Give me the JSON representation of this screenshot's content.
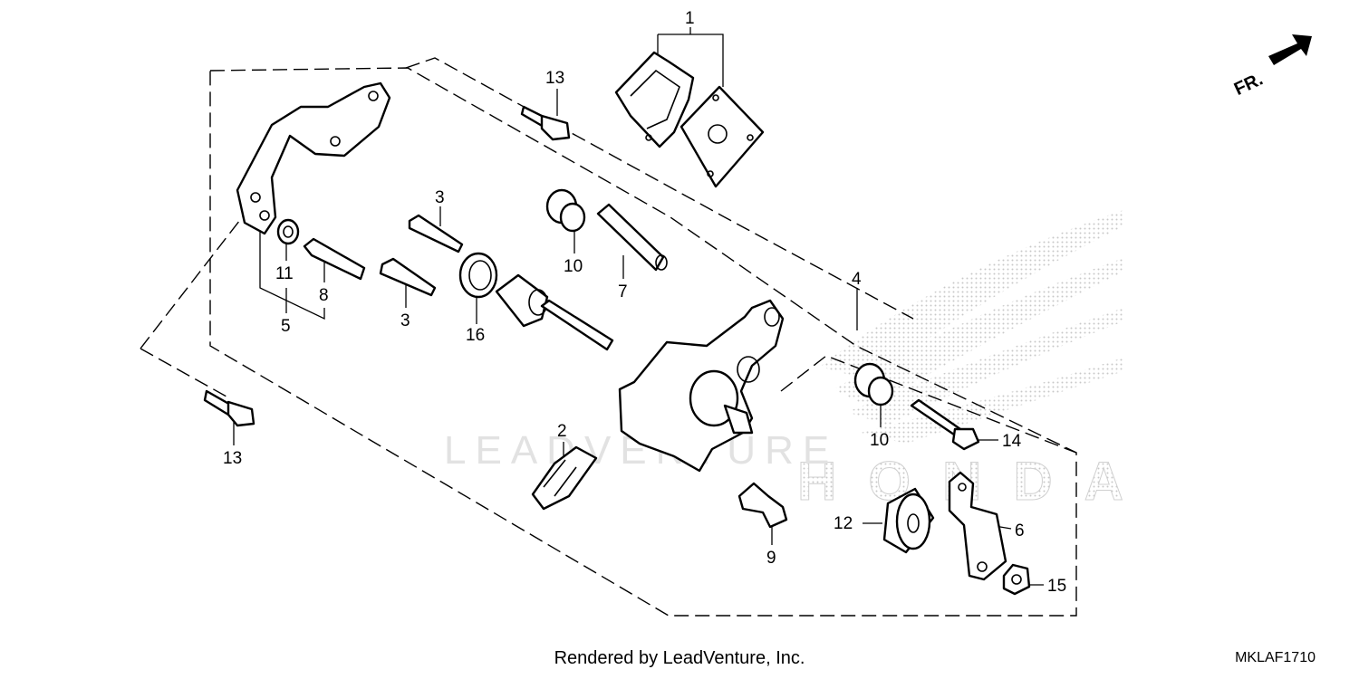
{
  "diagram": {
    "callouts": [
      "1",
      "2",
      "3",
      "3",
      "4",
      "5",
      "6",
      "7",
      "8",
      "9",
      "10",
      "10",
      "11",
      "12",
      "13",
      "13",
      "14",
      "15",
      "16"
    ],
    "direction_label": "FR.",
    "watermark_text": "LEADVENTURE",
    "brand_watermark": "HONDA"
  },
  "footer": {
    "rendered_by": "Rendered by LeadVenture, Inc.",
    "diagram_code": "MKLAF1710"
  },
  "colors": {
    "line": "#000000",
    "watermark": "#d9d9d9",
    "background": "#ffffff"
  }
}
